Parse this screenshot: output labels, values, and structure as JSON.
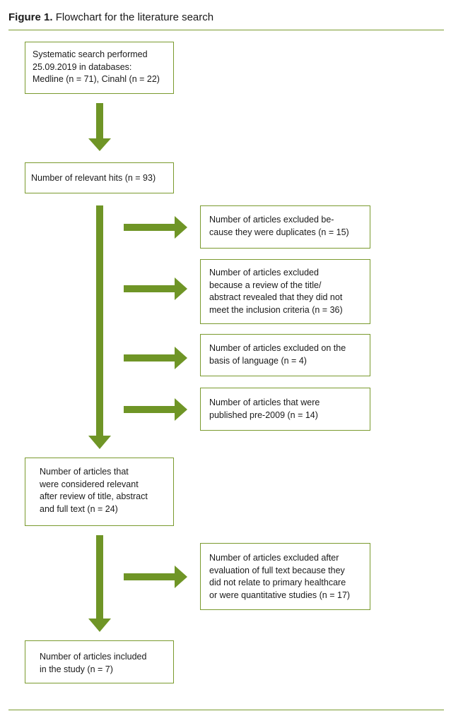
{
  "figure": {
    "label": "Figure 1.",
    "caption": "Flowchart for the literature search"
  },
  "colors": {
    "accent": "#7a9a2e",
    "arrow": "#6f9526"
  },
  "flow": {
    "main_steps": [
      "Systematic search performed\n25.09.2019 in databases:\nMedline (n = 71), Cinahl (n = 22)",
      "Number of relevant hits  (n = 93)",
      "Number of articles that\nwere considered relevant\nafter review of title, abstract\nand full text (n = 24)",
      "Number of articles included\nin the study (n = 7)"
    ],
    "exclusions": [
      "Number of articles excluded be-\ncause they were duplicates (n = 15)",
      "Number of articles excluded\nbecause a review of the title/\nabstract revealed that they did not\nmeet the inclusion criteria (n = 36)",
      "Number of articles excluded on the\nbasis of language (n = 4)",
      "Number of articles that were\npublished pre-2009 (n = 14)",
      "Number of articles excluded after\nevaluation of full text because they\ndid not relate to primary healthcare\nor were quantitative studies (n = 17)"
    ]
  }
}
